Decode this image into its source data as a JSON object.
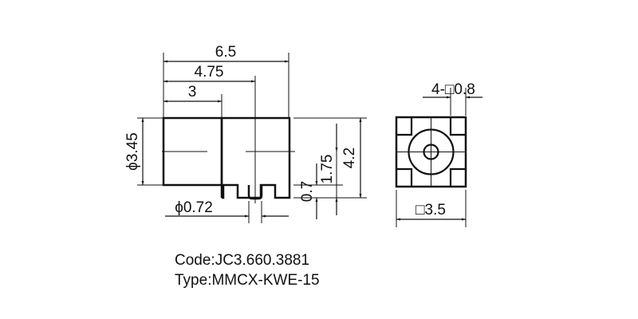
{
  "drawing": {
    "side_view": {
      "dims": {
        "overall_length": "6.5",
        "mid_length": "4.75",
        "body_length": "3",
        "diameter": "ϕ3.45",
        "pin_diameter": "ϕ0.72",
        "pin_height": "0.7",
        "center_height": "1.75",
        "total_height": "4.2"
      }
    },
    "end_view": {
      "dims": {
        "corner_pads": "4-□0.8",
        "width": "□3.5"
      }
    }
  },
  "caption": {
    "code": "Code:JC3.660.3881",
    "type": "Type:MMCX-KWE-15"
  },
  "colors": {
    "line": "#111111",
    "background": "#ffffff"
  }
}
